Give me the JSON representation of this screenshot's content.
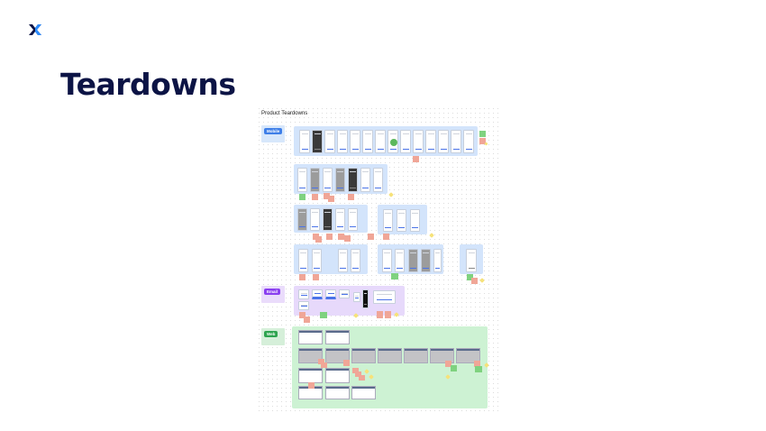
{
  "header": {
    "logo_icon": "x-logo-icon",
    "title": "Teardowns"
  },
  "board": {
    "title": "Product Teardowns",
    "sections": [
      {
        "label": "Mobile",
        "pill_color": "#3f7fe8",
        "bg_color": "#d7e7fb"
      },
      {
        "label": "Email",
        "pill_color": "#8a3ff0",
        "bg_color": "#eadcfb"
      },
      {
        "label": "Web",
        "pill_color": "#2ea44f",
        "bg_color": "#d5efd9"
      }
    ],
    "colors": {
      "mobile_group": "#d3e4fb",
      "email_group": "#e7d9fb",
      "web_group": "#cdf2d3",
      "sticky_red": "#f0a697",
      "sticky_green": "#7fd27f",
      "sticky_yellow": "#f6e27a",
      "title_text": "#0c1445"
    }
  }
}
